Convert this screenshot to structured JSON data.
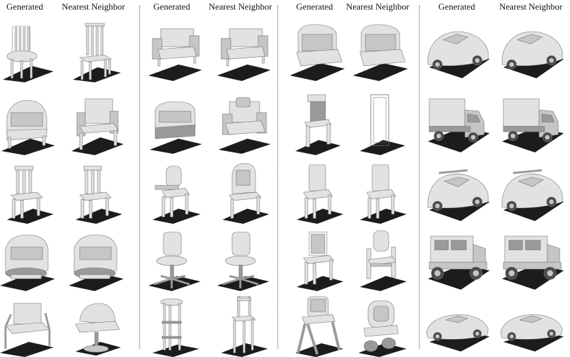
{
  "column_labels": {
    "generated": "Generated",
    "nearest_neighbor": "Nearest Neighbor"
  },
  "colors": {
    "shadow": "#1c1c1c",
    "body_light": "#e2e2e2",
    "body_mid": "#c6c6c6",
    "body_dark": "#9a9a9a",
    "edge": "#707070",
    "divider": "#555555"
  },
  "panels": [
    {
      "category": "chair",
      "rows": [
        {
          "generated": "spindle-back-stool-chair-icon",
          "nearest": "spindle-back-chair-icon"
        },
        {
          "generated": "tub-armchair-icon",
          "nearest": "boxy-armchair-icon"
        },
        {
          "generated": "slat-back-chair-icon",
          "nearest": "slat-back-chair-icon"
        },
        {
          "generated": "barrel-lounge-chair-icon",
          "nearest": "barrel-lounge-chair-icon"
        },
        {
          "generated": "tube-frame-chair-icon",
          "nearest": "pedestal-lounge-chair-icon"
        }
      ]
    },
    {
      "category": "chair",
      "rows": [
        {
          "generated": "cube-sofa-chair-icon",
          "nearest": "cube-sofa-chair-icon"
        },
        {
          "generated": "club-armchair-icon",
          "nearest": "cushion-armchair-icon"
        },
        {
          "generated": "writing-desk-chair-icon",
          "nearest": "arched-back-chair-icon"
        },
        {
          "generated": "office-swivel-chair-icon",
          "nearest": "office-swivel-chair-icon"
        },
        {
          "generated": "round-bar-stool-icon",
          "nearest": "tall-bar-stool-icon"
        }
      ]
    },
    {
      "category": "chair",
      "rows": [
        {
          "generated": "curved-lounge-chair-icon",
          "nearest": "curved-lounge-chair-icon"
        },
        {
          "generated": "tall-box-chair-icon",
          "nearest": "tall-frame-chair-icon"
        },
        {
          "generated": "simple-side-chair-icon",
          "nearest": "simple-side-chair-icon"
        },
        {
          "generated": "square-back-chair-icon",
          "nearest": "arm-frame-chair-icon"
        },
        {
          "generated": "high-chair-icon",
          "nearest": "padded-kids-chair-icon"
        }
      ]
    },
    {
      "category": "car",
      "rows": [
        {
          "generated": "hatchback-car-icon",
          "nearest": "hatchback-car-icon"
        },
        {
          "generated": "box-truck-icon",
          "nearest": "box-truck-icon"
        },
        {
          "generated": "roof-rack-hatchback-icon",
          "nearest": "roof-rack-hatchback-icon"
        },
        {
          "generated": "offroad-suv-icon",
          "nearest": "offroad-suv-icon"
        },
        {
          "generated": "sports-coupe-icon",
          "nearest": "sports-coupe-icon"
        }
      ]
    }
  ]
}
